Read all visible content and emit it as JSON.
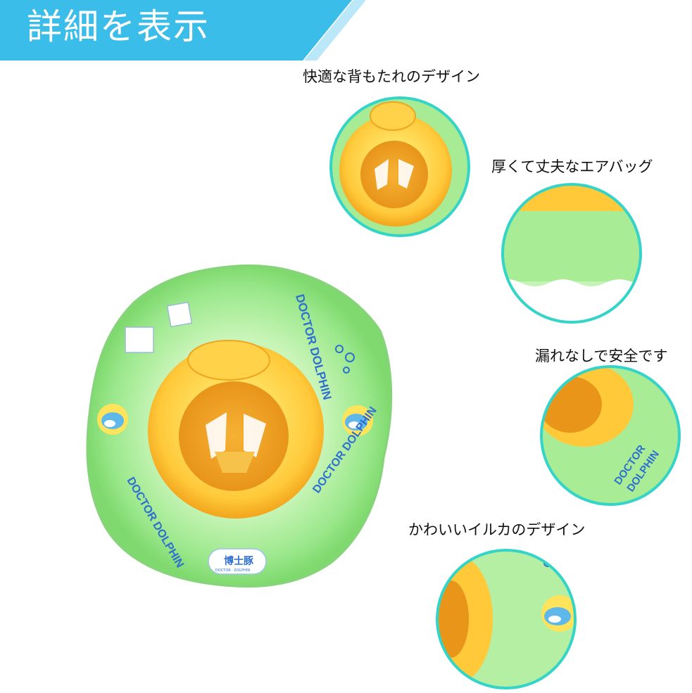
{
  "banner": {
    "title": "詳細を表示",
    "color": "#3bbdea"
  },
  "features": [
    {
      "caption": "快適な背もたれのデザイン"
    },
    {
      "caption": "厚くて丈夫なエアバッグ"
    },
    {
      "caption": "漏れなしで安全です"
    },
    {
      "caption": "かわいいイルカのデザイン"
    }
  ],
  "product": {
    "brand_labels": [
      "DOCTOR DOLPHIN",
      "DOCTOR DOLPHIN",
      "DOCTOR DOLPHIN"
    ],
    "logo_text": "博士豚",
    "logo_subtext": "DOCTOR · DOLPHIN",
    "colors": {
      "ring": "#9be88c",
      "seat": "#ffc93a",
      "seat_dark": "#f2a51c",
      "circle_border": "#34d4c8",
      "text_blue": "#2e6fd0"
    }
  }
}
